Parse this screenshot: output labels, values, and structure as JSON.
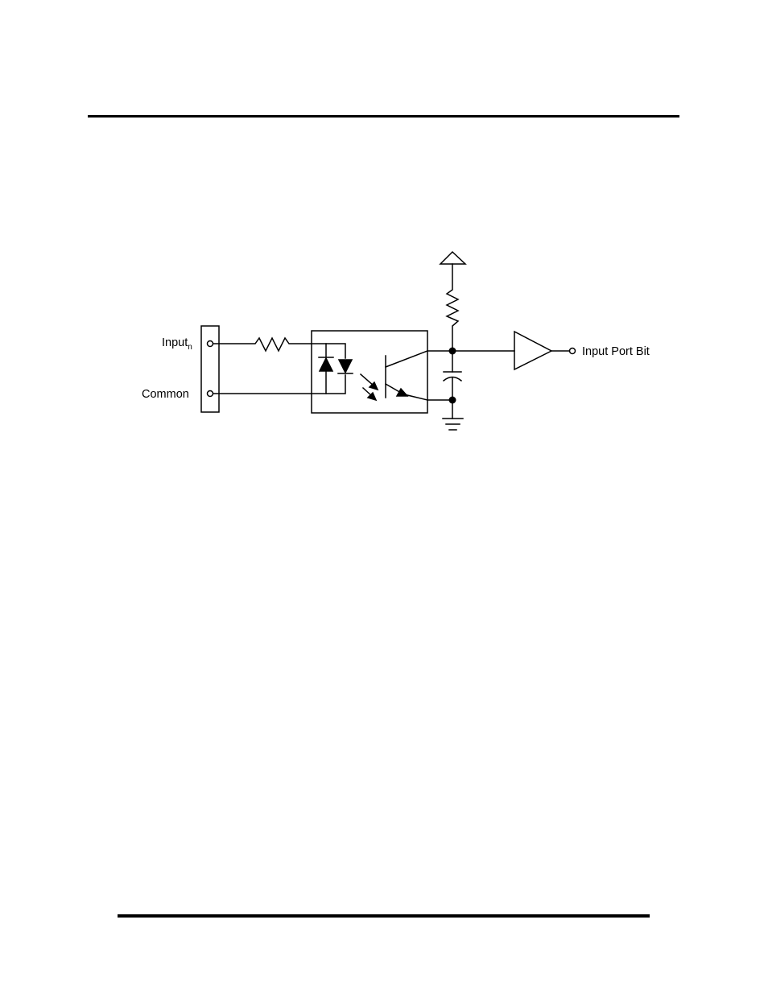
{
  "diagram": {
    "labels": {
      "input_main": "Input",
      "input_subscript": "n",
      "common": "Common",
      "output": "Input Port Bit"
    }
  }
}
